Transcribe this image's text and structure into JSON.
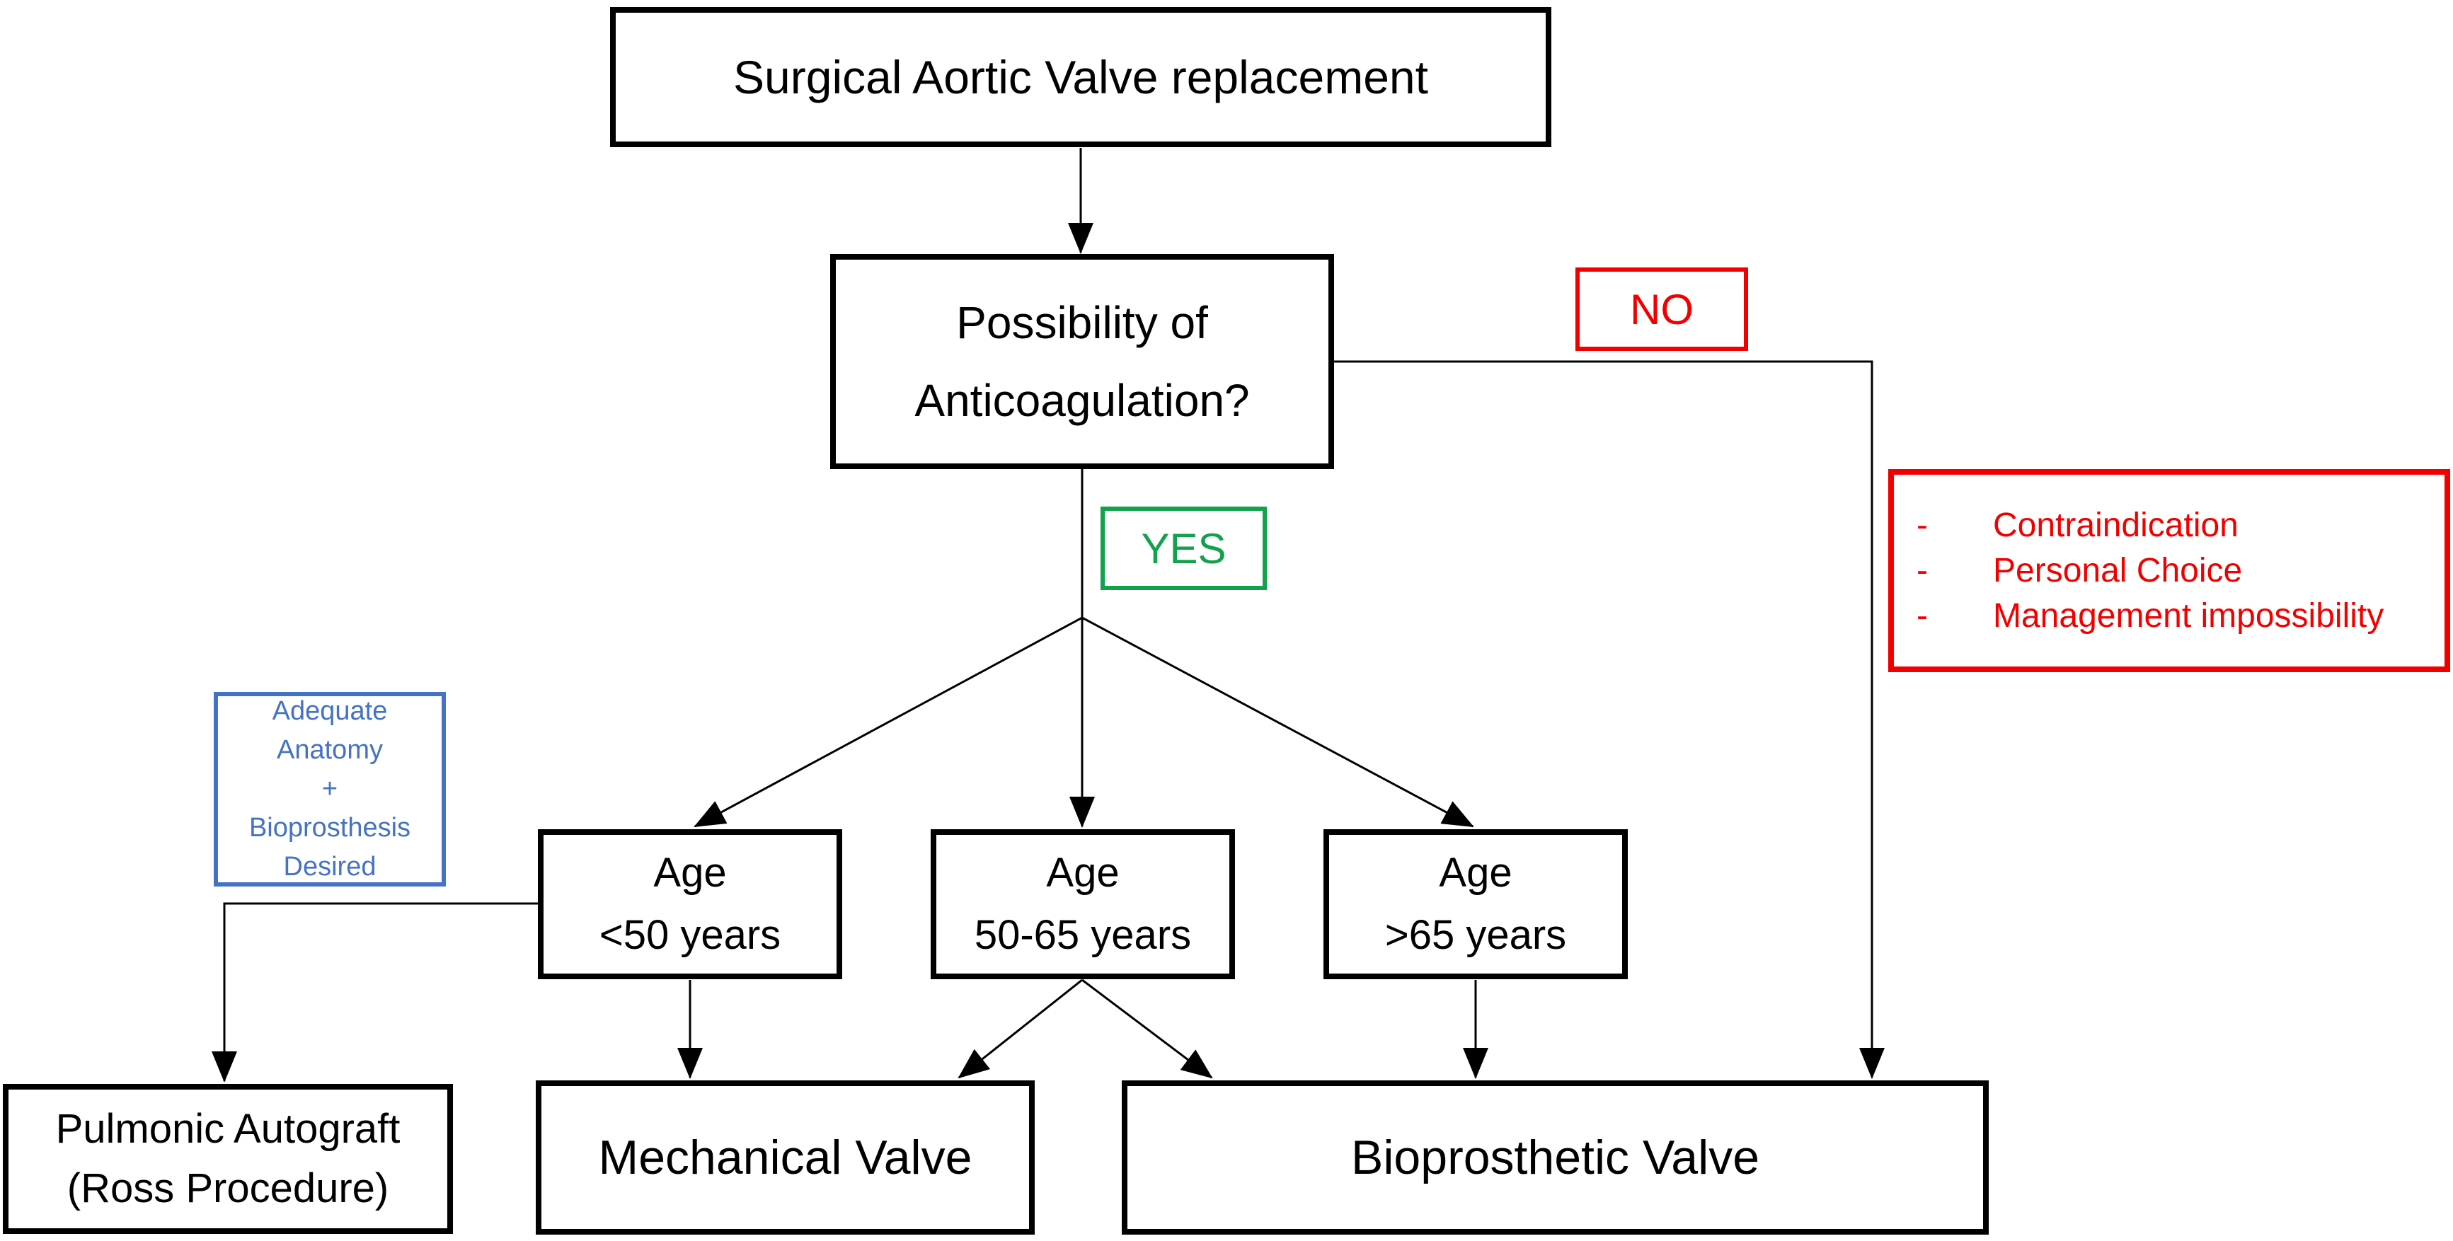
{
  "colors": {
    "black": "#000000",
    "red": "#F20000",
    "green": "#12A24C",
    "blue": "#4472C4",
    "background": "#FFFFFF"
  },
  "nodes": {
    "root": {
      "label": "Surgical Aortic Valve replacement"
    },
    "decision": {
      "line1": "Possibility of",
      "line2": "Anticoagulation?"
    },
    "branch_no": {
      "label": "NO"
    },
    "branch_yes": {
      "label": "YES"
    },
    "no_reasons": {
      "bullet": "-",
      "items": [
        "Contraindication",
        "Personal Choice",
        "Management impossibility"
      ]
    },
    "ross_condition": {
      "lines": [
        "Adequate",
        "Anatomy",
        "+",
        "Bioprosthesis",
        "Desired"
      ]
    },
    "age_under_50": {
      "line1": "Age",
      "line2": "<50 years"
    },
    "age_50_65": {
      "line1": "Age",
      "line2": "50-65 years"
    },
    "age_over_65": {
      "line1": "Age",
      "line2": ">65 years"
    },
    "pulmonic_autograft": {
      "line1": "Pulmonic Autograft",
      "line2": "(Ross Procedure)"
    },
    "mechanical_valve": {
      "label": "Mechanical Valve"
    },
    "bioprosthetic_valve": {
      "label": "Bioprosthetic Valve"
    }
  }
}
